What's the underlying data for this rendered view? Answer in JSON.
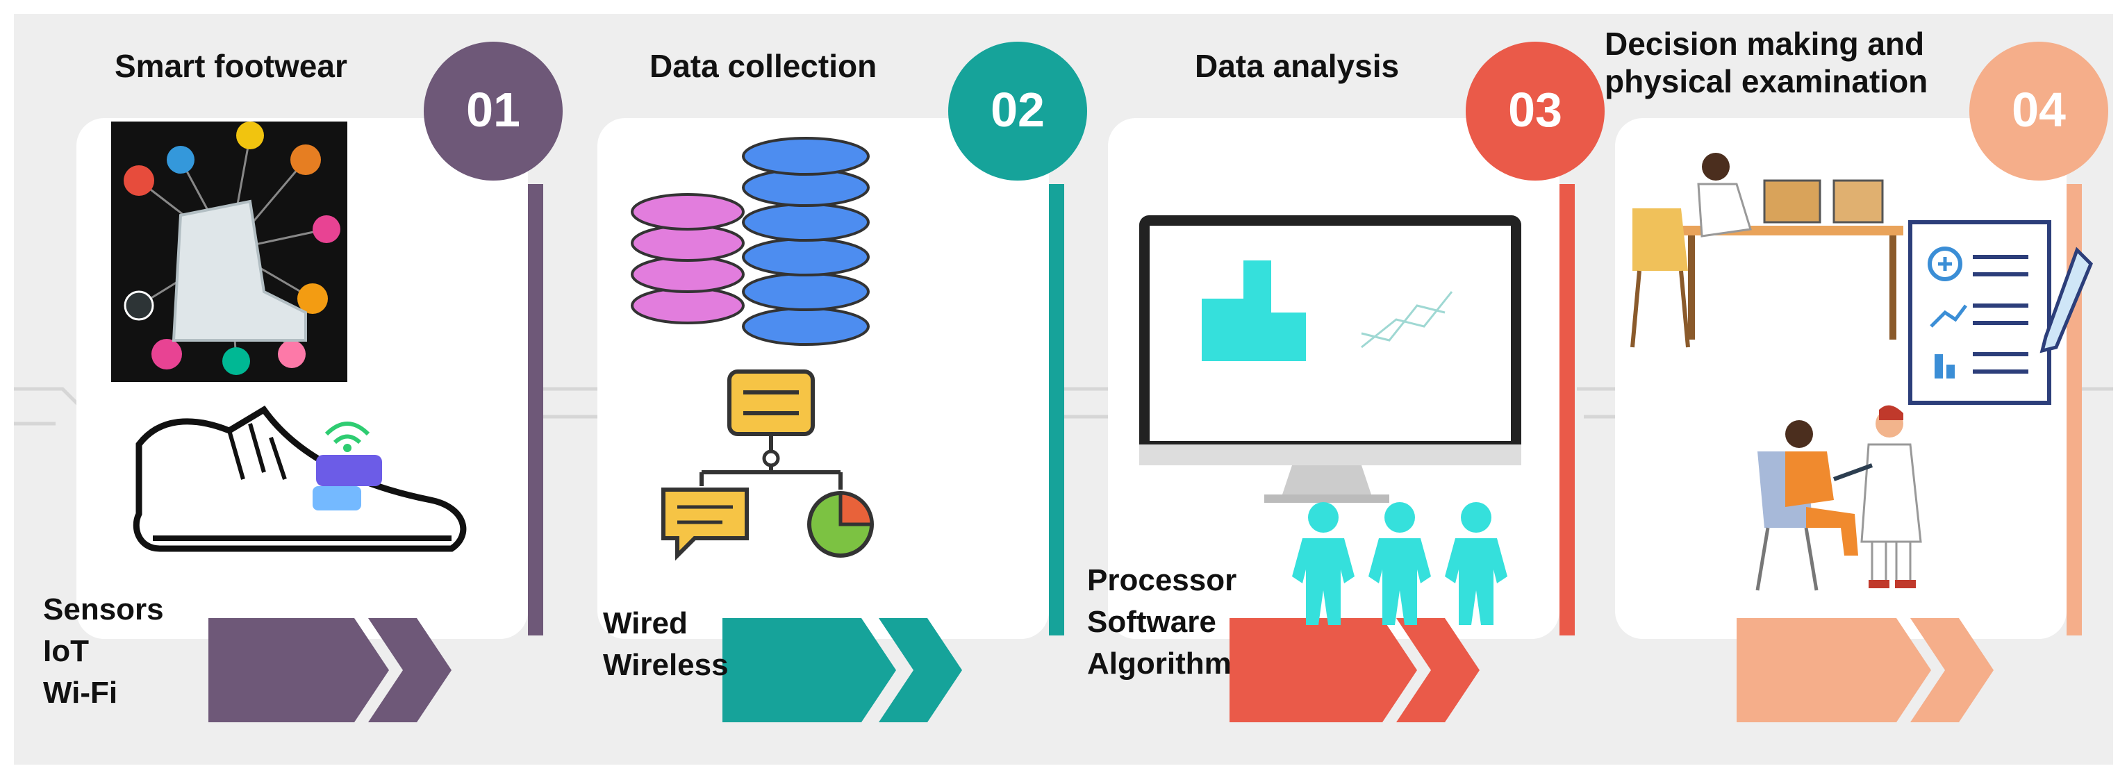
{
  "colors": {
    "background": "#eeeeee",
    "panel": "#ffffff",
    "purple": "#6e5878",
    "teal": "#16a39a",
    "red": "#ea5a49",
    "peach": "#f5ae8a"
  },
  "steps": [
    {
      "number": "01",
      "title": "Smart footwear",
      "labels": [
        "Sensors",
        "IoT",
        "Wi-Fi"
      ],
      "icon": "smart-shoe-icon"
    },
    {
      "number": "02",
      "title": "Data collection",
      "labels": [
        "Wired",
        "Wireless"
      ],
      "icon": "database-icon"
    },
    {
      "number": "03",
      "title": "Data analysis",
      "labels": [
        "Processor",
        "Software",
        "Algorithm"
      ],
      "icon": "monitor-chart-icon"
    },
    {
      "number": "04",
      "title": "Decision making and physical examination",
      "title_lines": [
        "Decision making and",
        "physical examination"
      ],
      "labels": [],
      "icon": "doctor-examination-icon"
    }
  ]
}
